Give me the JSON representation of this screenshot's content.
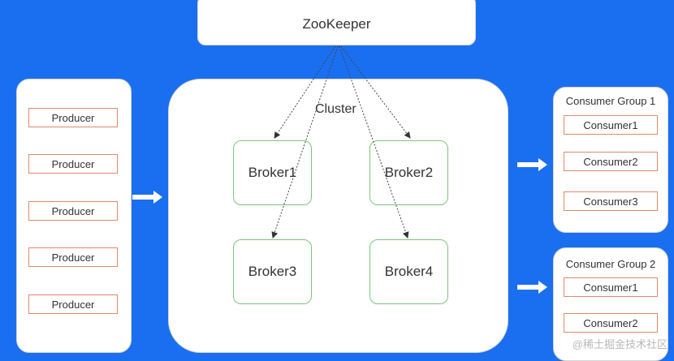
{
  "zookeeper": {
    "label": "ZooKeeper"
  },
  "producers": [
    {
      "label": "Producer"
    },
    {
      "label": "Producer"
    },
    {
      "label": "Producer"
    },
    {
      "label": "Producer"
    },
    {
      "label": "Producer"
    }
  ],
  "cluster": {
    "label": "Cluster",
    "brokers": [
      {
        "label": "Broker1"
      },
      {
        "label": "Broker2"
      },
      {
        "label": "Broker3"
      },
      {
        "label": "Broker4"
      }
    ]
  },
  "consumer_groups": [
    {
      "title": "Consumer Group 1",
      "consumers": [
        {
          "label": "Consumer1"
        },
        {
          "label": "Consumer2"
        },
        {
          "label": "Consumer3"
        }
      ]
    },
    {
      "title": "Consumer Group 2",
      "consumers": [
        {
          "label": "Consumer1"
        },
        {
          "label": "Consumer2"
        }
      ]
    }
  ],
  "watermark": "@稀土掘金技术社区",
  "colors": {
    "background": "#1a6ff0",
    "panel": "#ffffff",
    "producer_border": "#e08a6a",
    "broker_border": "#7cc47c",
    "arrow": "#ffffff"
  }
}
